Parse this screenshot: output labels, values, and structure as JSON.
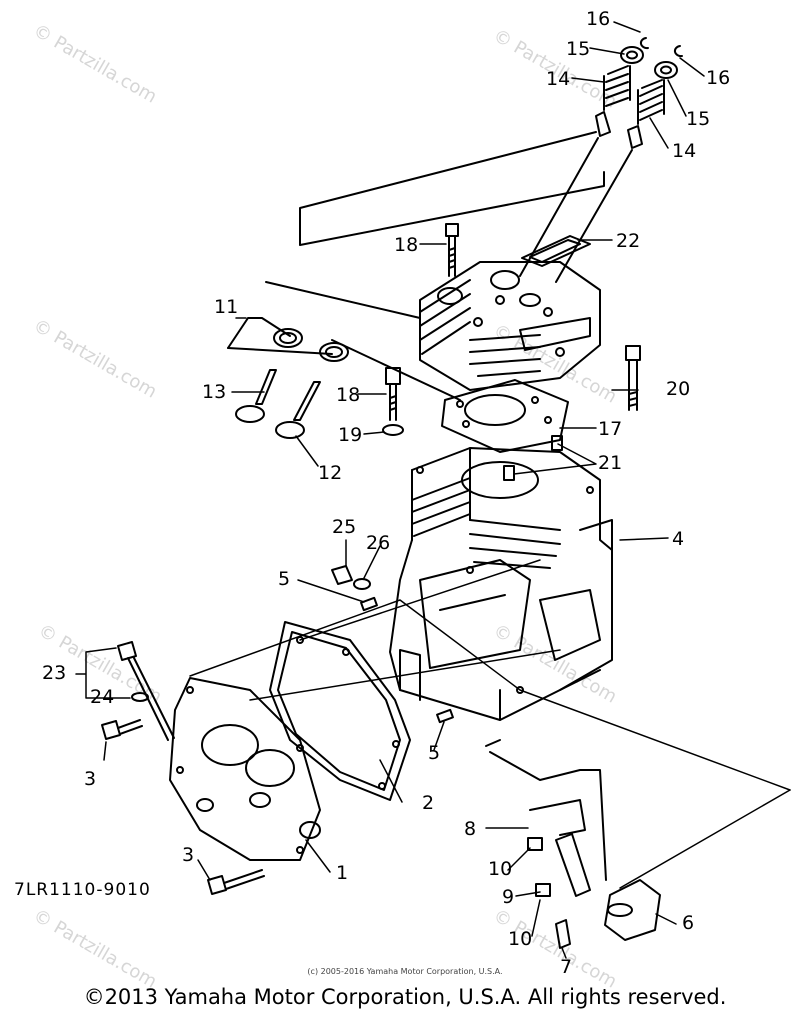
{
  "watermark": "© Partzilla.com",
  "diagram_code": "7LR1110-9010",
  "fine_print": "(c) 2005-2016 Yamaha Motor Corporation, U.S.A.",
  "copyright": "©2013 Yamaha Motor Corporation, U.S.A. All rights reserved.",
  "callouts": {
    "c1": "1",
    "c2": "2",
    "c3a": "3",
    "c3b": "3",
    "c4": "4",
    "c5a": "5",
    "c5b": "5",
    "c6": "6",
    "c7": "7",
    "c8": "8",
    "c9": "9",
    "c10a": "10",
    "c10b": "10",
    "c11": "11",
    "c12": "12",
    "c13": "13",
    "c14a": "14",
    "c14b": "14",
    "c15a": "15",
    "c15b": "15",
    "c16a": "16",
    "c16b": "16",
    "c17": "17",
    "c18a": "18",
    "c18b": "18",
    "c19": "19",
    "c20": "20",
    "c21": "21",
    "c22": "22",
    "c23": "23",
    "c24": "24",
    "c25": "25",
    "c26": "26"
  }
}
